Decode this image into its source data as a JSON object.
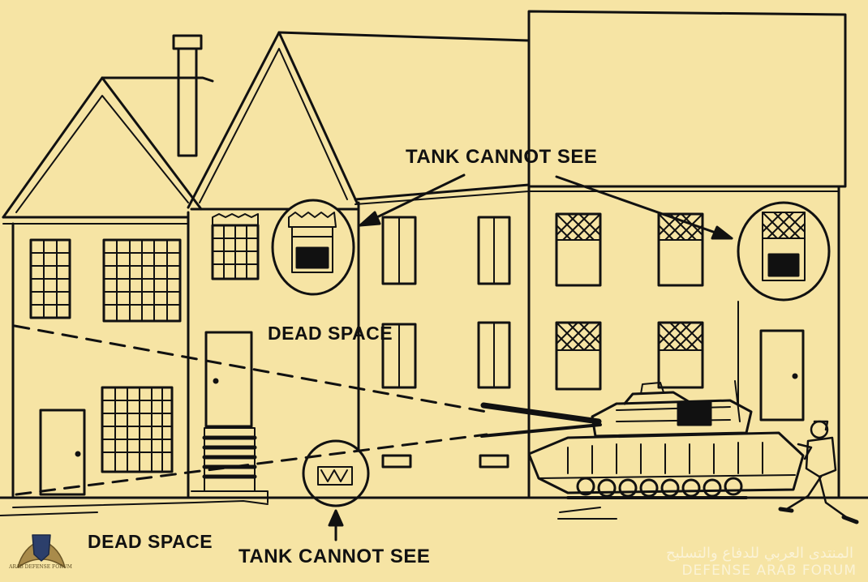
{
  "labels": {
    "tank_cannot_see_top": "TANK CANNOT SEE",
    "dead_space_upper": "DEAD SPACE",
    "dead_space_lower": "DEAD SPACE",
    "tank_cannot_see_bottom": "TANK CANNOT SEE"
  },
  "watermark": {
    "arabic": "المنتدى العربي للدفاع والتسليح",
    "english": "DEFENSE ARAB FORUM"
  },
  "logo": {
    "text": "ARAB DEFENSE FORUM"
  },
  "colors": {
    "background": "#f6e4a4",
    "ink": "#111111"
  }
}
